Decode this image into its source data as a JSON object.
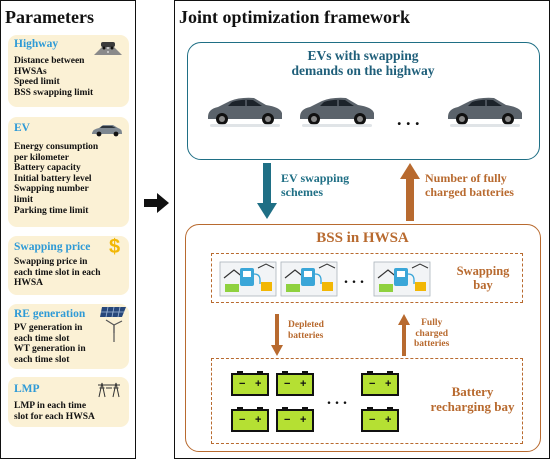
{
  "left_panel": {
    "title": "Parameters",
    "cards": [
      {
        "title": "Highway",
        "icon": "highway-car-icon",
        "lines": [
          "Distance between",
          "HWSAs",
          "Speed limit",
          "BSS swapping limit"
        ]
      },
      {
        "title": "EV",
        "icon": "ev-car-icon",
        "lines": [
          "Energy consumption",
          "per kilometer",
          "Battery capacity",
          "Initial battery level",
          "Swapping number",
          "limit",
          "Parking time limit"
        ]
      },
      {
        "title": "Swapping price",
        "icon": "dollar-icon",
        "lines": [
          "Swapping price in",
          "each time slot in each",
          "HWSA"
        ]
      },
      {
        "title": "RE generation",
        "icon": "solar-wind-icon",
        "lines": [
          "PV generation in",
          "each time slot",
          "WT generation in",
          "each time slot"
        ]
      },
      {
        "title": "LMP",
        "icon": "transmission-tower-icon",
        "lines": [
          "LMP in each time",
          "slot for each HWSA"
        ]
      }
    ]
  },
  "right_panel": {
    "title": "Joint optimization framework",
    "ev_box": {
      "title_line1": "EVs with swapping",
      "title_line2": "demands on the highway",
      "ellipsis": ". . ."
    },
    "arrow_down_label": {
      "line1": "EV swapping",
      "line2": "schemes"
    },
    "arrow_up_label": {
      "line1": "Number of fully",
      "line2": "charged batteries"
    },
    "bss_box": {
      "title": "BSS in HWSA",
      "swapping_bay": {
        "line1": "Swapping",
        "line2": "bay",
        "ellipsis": ". . ."
      },
      "depleted_label": {
        "line1": "Depleted",
        "line2": "batteries"
      },
      "charged_label": {
        "line1": "Fully",
        "line2": "charged",
        "line3": "batteries"
      },
      "recharging_bay": {
        "line1": "Battery",
        "line2": "recharging bay",
        "ellipsis": ". . ."
      }
    }
  },
  "colors": {
    "card_bg": "#fbf1d5",
    "card_title": "#2e9ad6",
    "teal": "#1f6f85",
    "orange": "#b86a2f",
    "battery_green": "#b5e033"
  }
}
